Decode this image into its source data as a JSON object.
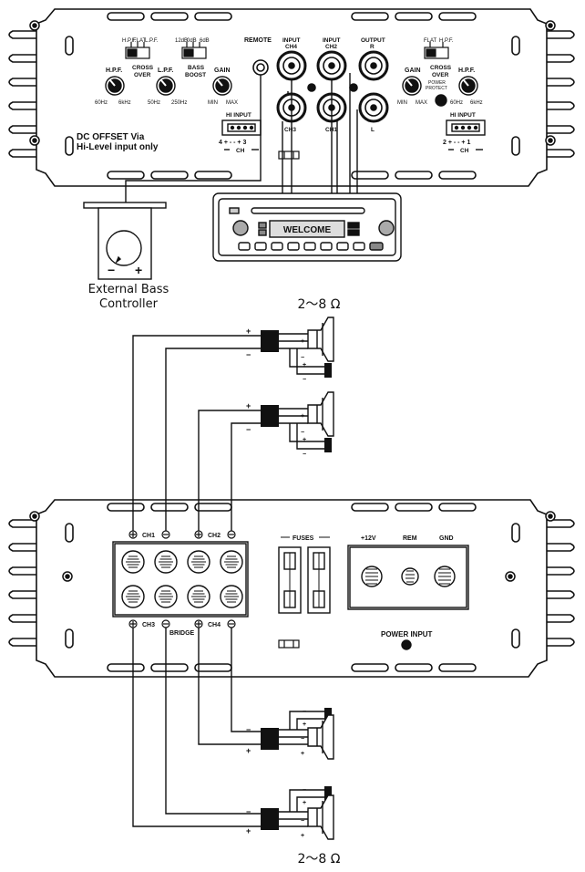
{
  "top_amp": {
    "switch_labels": {
      "hpf": "H.P.F.",
      "flat": "FLAT",
      "lpf": "L.P.F.",
      "db12": "12dB",
      "db0": "0dB",
      "db6": "6dB"
    },
    "knobs": {
      "hpf": {
        "label": "H.P.F.",
        "min": "60Hz",
        "max": "6kHz"
      },
      "crossover": {
        "label": "CROSS OVER"
      },
      "lpf": {
        "label": "L.P.F.",
        "min": "50Hz",
        "max": "250Hz"
      },
      "bass_boost": {
        "label": "BASS BOOST"
      },
      "gain": {
        "label": "GAIN",
        "min": "MIN",
        "max": "MAX"
      }
    },
    "right_switch": {
      "flat": "FLAT",
      "hpf": "H.P.F."
    },
    "right_knobs": {
      "gain": {
        "label": "GAIN",
        "min": "MIN",
        "max": "MAX"
      },
      "crossover": {
        "label": "CROSS OVER"
      },
      "power_protect": "POWER PROTECT",
      "hpf": {
        "label": "H.P.F.",
        "min": "60Hz",
        "max": "6kHz"
      }
    },
    "remote": "REMOTE",
    "input_ch4": "INPUT CH4",
    "input_ch2": "INPUT CH2",
    "output_r": "OUTPUT R",
    "ch3": "CH3",
    "ch1": "CH1",
    "l": "L",
    "hi_input_left": "HI INPUT",
    "hi_input_left_pins": "4 + -  - + 3",
    "hi_input_right": "HI INPUT",
    "hi_input_right_pins": "2 + -  - + 1",
    "ch": "CH",
    "dc_offset_1": "DC OFFSET Via",
    "dc_offset_2": "Hi-Level input only"
  },
  "head_unit": {
    "display": "WELCOME"
  },
  "controller": {
    "label_1": "External Bass",
    "label_2": "Controller",
    "minus": "−",
    "plus": "+"
  },
  "impedance_top": "2～8 Ω",
  "impedance_bottom": "2～8 Ω",
  "bottom_amp": {
    "ch1": "CH1",
    "ch2": "CH2",
    "ch3": "CH3",
    "ch4": "CH4",
    "bridge": "BRIDGE",
    "fuses": "FUSES",
    "v12": "+12V",
    "rem": "REM",
    "gnd": "GND",
    "power_input": "POWER INPUT"
  },
  "polarity": {
    "plus": "+",
    "minus": "−"
  }
}
